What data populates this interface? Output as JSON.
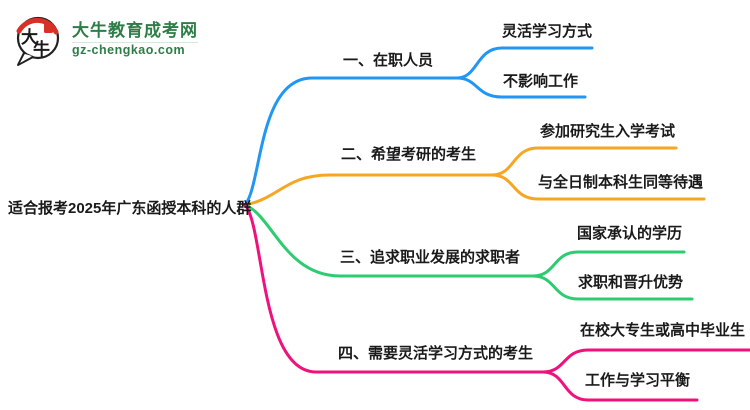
{
  "logo": {
    "mark_char1": "大",
    "mark_char2": "牛",
    "title": "大牛教育成考网",
    "domain": "gz-chengkao.com",
    "brand_color": "#2e7d46",
    "seal_color": "#d93025"
  },
  "mindmap": {
    "root": "适合报考2025年广东函授本科的人群",
    "text_color": "#1a1a1a",
    "branches": [
      {
        "label": "一、在职人员",
        "color": "#2196f3",
        "children": [
          "灵活学习方式",
          "不影响工作"
        ]
      },
      {
        "label": "二、希望考研的考生",
        "color": "#f5a623",
        "children": [
          "参加研究生入学考试",
          "与全日制本科生同等待遇"
        ]
      },
      {
        "label": "三、追求职业发展的求职者",
        "color": "#2ecc71",
        "children": [
          "国家承认的学历",
          "求职和晋升优势"
        ]
      },
      {
        "label": "四、需要灵活学习方式的考生",
        "color": "#f0127c",
        "children": [
          "在校大专生或高中毕业生",
          "工作与学习平衡"
        ]
      }
    ]
  }
}
